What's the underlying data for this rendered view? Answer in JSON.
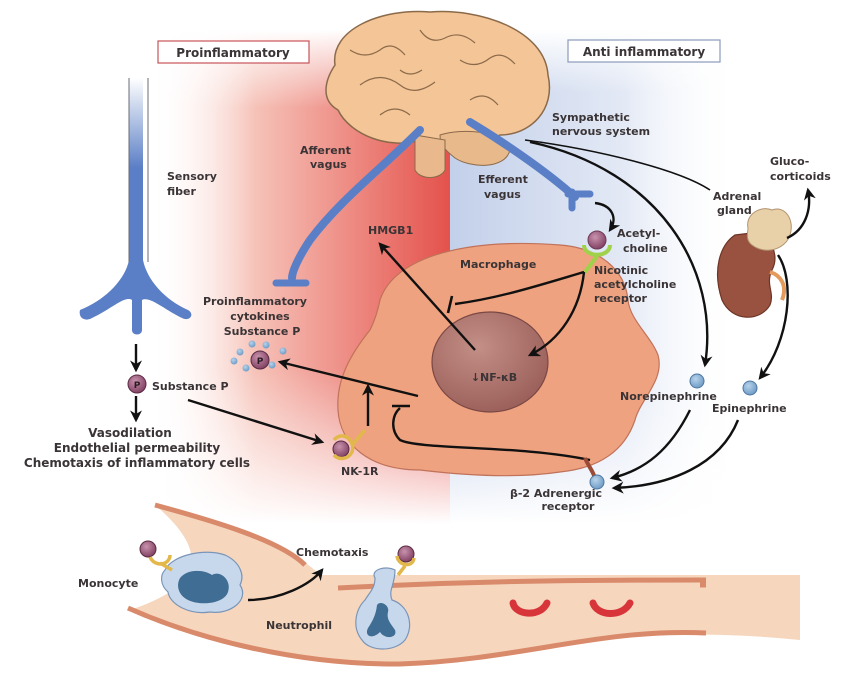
{
  "headers": {
    "proinflammatory": "Proinflammatory",
    "anti_inflammatory": "Anti inflammatory"
  },
  "colors": {
    "pro_region": "#e8564f",
    "anti_region": "#c7d3ea",
    "nerve": "#5b7fc6",
    "macrophage": "#efa27f",
    "nucleus": "#a86b66",
    "substance_p": "#8e4a6e",
    "receptor_yellow": "#e3b84a",
    "receptor_green": "#9fd24a",
    "receptor_brown": "#9a4b36",
    "catecholamine": "#7aa6cf",
    "vessel": "#f6d6bd",
    "vessel_wall": "#d98a6b",
    "rbc": "#d7353a",
    "leukocyte": "#c8d8ec",
    "leukocyte_nucleus": "#3f6d93",
    "kidney": "#9a5240",
    "adrenal": "#e8d0a8",
    "brain": "#f4c596"
  },
  "labels": {
    "sensory_fiber": [
      "Sensory",
      "fiber"
    ],
    "afferent_vagus": [
      "Afferent",
      "vagus"
    ],
    "efferent_vagus": [
      "Efferent",
      "vagus"
    ],
    "sympathetic": [
      "Sympathetic",
      "nervous system"
    ],
    "glucocorticoids": [
      "Gluco-",
      "corticoids"
    ],
    "adrenal_gland": [
      "Adrenal",
      "gland"
    ],
    "acetylcholine": [
      "Acetyl-",
      "choline"
    ],
    "nicotinic_receptor": [
      "Nicotinic",
      "acetylcholine",
      "receptor"
    ],
    "hmgb1": "HMGB1",
    "macrophage": "Macrophage",
    "cytokines": [
      "Proinflammatory",
      "cytokines",
      "Substance P"
    ],
    "nfkb": "↓NF-κB",
    "substance_p": "Substance P",
    "p_symbol": "P",
    "effects": [
      "Vasodilation",
      "Endothelial permeability",
      "Chemotaxis of inflammatory cells"
    ],
    "nk1r": "NK-1R",
    "norepinephrine": "Norepinephrine",
    "epinephrine": "Epinephrine",
    "beta2": [
      "β-2 Adrenergic",
      "receptor"
    ],
    "chemotaxis": "Chemotaxis",
    "monocyte": "Monocyte",
    "neutrophil": "Neutrophil"
  }
}
